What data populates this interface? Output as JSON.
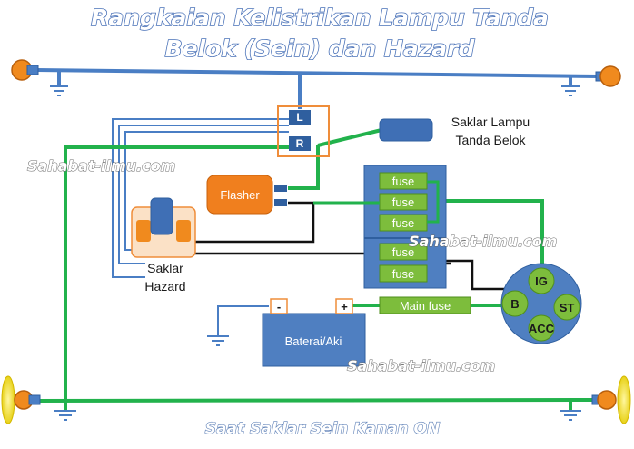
{
  "title": {
    "line1": "Rangkaian Kelistrikan Lampu Tanda",
    "line2": "Belok (Sein) dan Hazard"
  },
  "caption": "Saat Saklar  Sein Kanan ON",
  "watermark": "Sahabat-ilmu.com",
  "labels": {
    "switch_line1": "Saklar Lampu",
    "switch_line2": "Tanda Belok",
    "hazard_line1": "Saklar",
    "hazard_line2": "Hazard"
  },
  "switch_terminals": {
    "left": "L",
    "right": "R"
  },
  "flasher": "Flasher",
  "fuses": [
    "fuse",
    "fuse",
    "fuse",
    "fuse",
    "fuse"
  ],
  "main_fuse": "Main fuse",
  "battery": {
    "label": "Baterai/Aki",
    "negative": "-",
    "positive": "+"
  },
  "ignition": {
    "ig": "IG",
    "b": "B",
    "st": "ST",
    "acc": "ACC"
  },
  "colors": {
    "active_wire": "#22b24c",
    "inactive_wire": "#4a7ec4",
    "signal_wire": "#111111",
    "fuse": "#7dbd3c",
    "flasher": "#f07f1e",
    "battery": "#4f7fc1",
    "switch_box": "#ef8d3a"
  }
}
